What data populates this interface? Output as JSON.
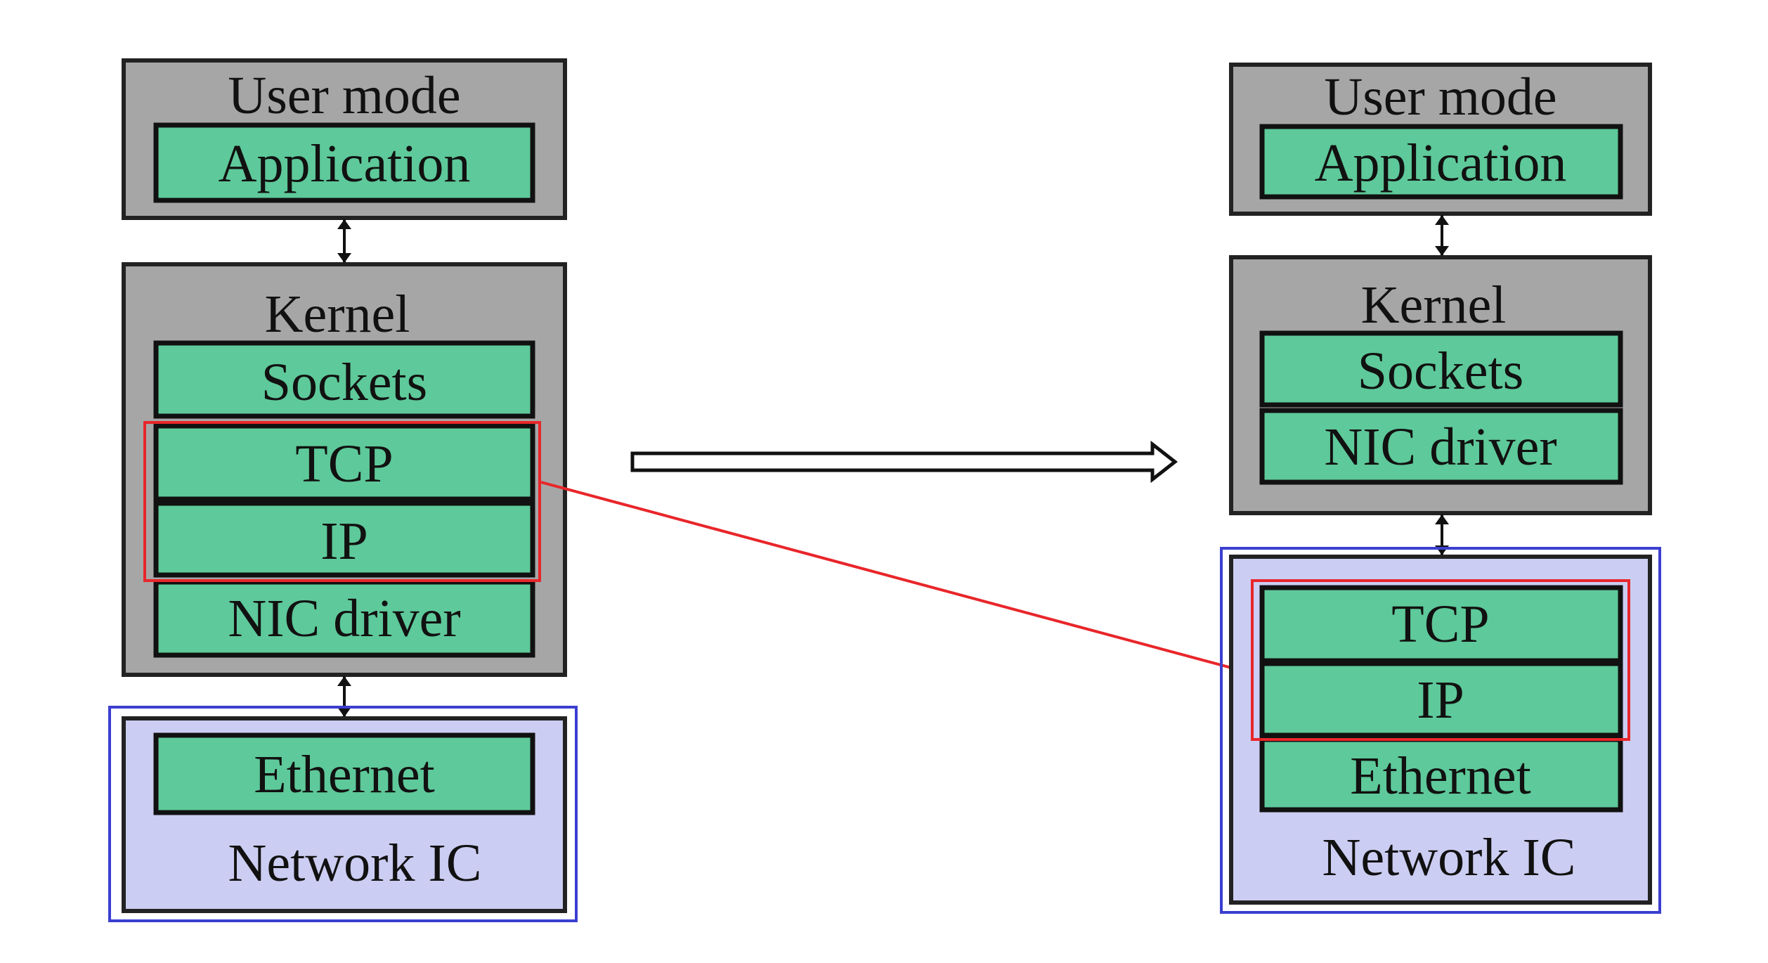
{
  "colors": {
    "layer_fill": "#5ec99a",
    "container_fill": "#a6a6a6",
    "nic_fill": "#cccdf2",
    "highlight_red": "#e8262a",
    "highlight_blue": "#3b3fd0"
  },
  "left": {
    "user_mode": "User mode",
    "application": "Application",
    "kernel": "Kernel",
    "sockets": "Sockets",
    "tcp": "TCP",
    "ip": "IP",
    "nic_driver": "NIC driver",
    "ethernet": "Ethernet",
    "network_ic": "Network IC"
  },
  "right": {
    "user_mode": "User mode",
    "application": "Application",
    "kernel": "Kernel",
    "sockets": "Sockets",
    "nic_driver": "NIC driver",
    "tcp": "TCP",
    "ip": "IP",
    "ethernet": "Ethernet",
    "network_ic": "Network IC"
  }
}
